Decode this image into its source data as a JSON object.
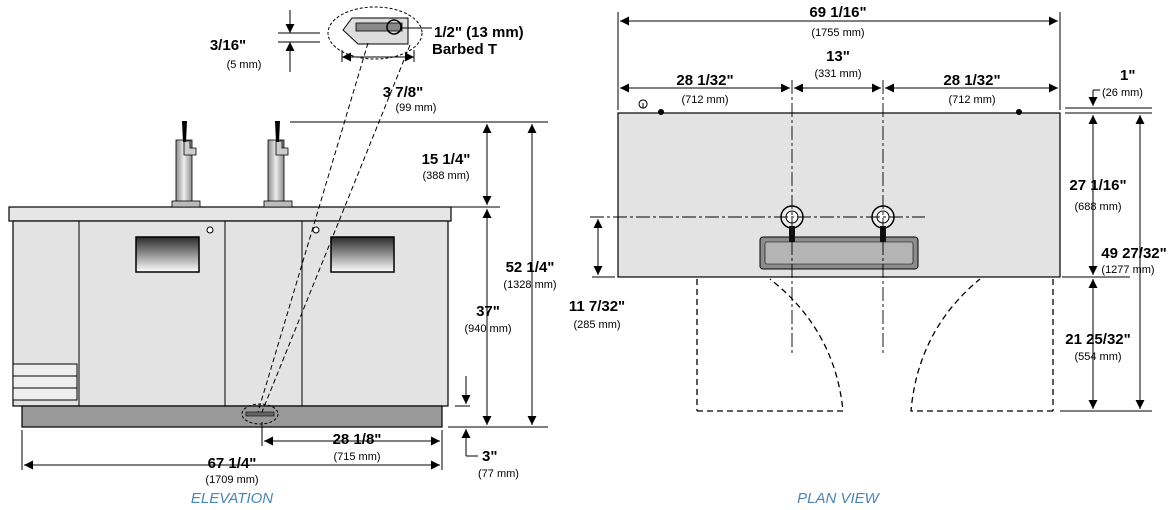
{
  "captions": {
    "elevation": "ELEVATION",
    "plan": "PLAN VIEW"
  },
  "colors": {
    "caption": "#4a86b8",
    "panel": "#e3e3e3",
    "line": "#000000"
  },
  "elevation": {
    "barb_thickness": {
      "imp": "3/16\"",
      "met": "(5 mm)"
    },
    "barbed_t": {
      "size": "1/2\" (13 mm)",
      "name": "Barbed T"
    },
    "detail_width": {
      "imp": "3 7/8\"",
      "met": "(99 mm)"
    },
    "tower_height": {
      "imp": "15 1/4\"",
      "met": "(388 mm)"
    },
    "total_height": {
      "imp": "52 1/4\"",
      "met": "(1328 mm)"
    },
    "cabinet_height": {
      "imp": "37\"",
      "met": "(940 mm)"
    },
    "base_height": {
      "imp": "3\"",
      "met": "(77 mm)"
    },
    "drain_offset": {
      "imp": "28 1/8\"",
      "met": "(715 mm)"
    },
    "overall_width": {
      "imp": "67 1/4\"",
      "met": "(1709 mm)"
    }
  },
  "plan": {
    "overall_width": {
      "imp": "69 1/16\"",
      "met": "(1755 mm)"
    },
    "center_spacing": {
      "imp": "13\"",
      "met": "(331 mm)"
    },
    "left_offset": {
      "imp": "28 1/32\"",
      "met": "(712 mm)"
    },
    "right_offset": {
      "imp": "28 1/32\"",
      "met": "(712 mm)"
    },
    "rear_offset": {
      "imp": "1\"",
      "met": "(26 mm)"
    },
    "top_depth": {
      "imp": "27 1/16\"",
      "met": "(688 mm)"
    },
    "overall_depth": {
      "imp": "49 27/32\"",
      "met": "(1277 mm)"
    },
    "tap_offset": {
      "imp": "11 7/32\"",
      "met": "(285 mm)"
    },
    "door_swing": {
      "imp": "21 25/32\"",
      "met": "(554 mm)"
    }
  }
}
